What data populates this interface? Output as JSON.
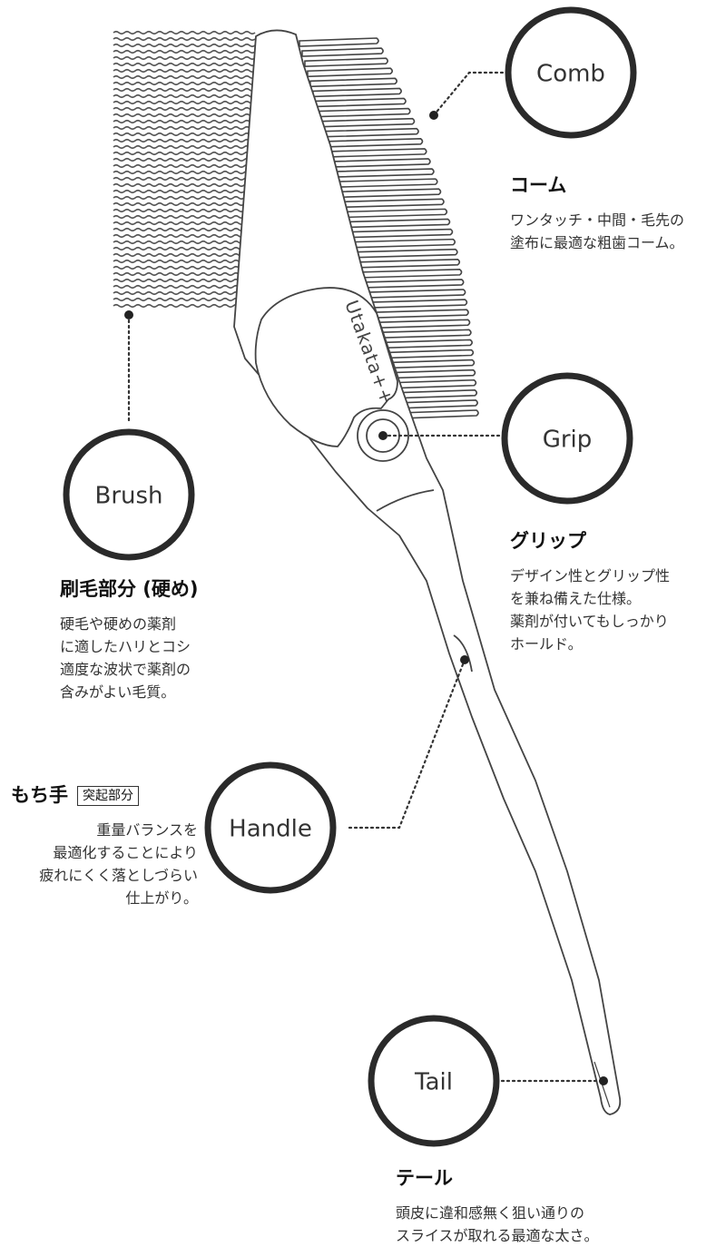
{
  "brand": "Utakata++",
  "parts": {
    "comb": {
      "circle_label": "Comb",
      "title": "コーム",
      "lines": [
        "ワンタッチ・中間・毛先の",
        "塗布に最適な粗歯コーム。"
      ]
    },
    "grip": {
      "circle_label": "Grip",
      "title": "グリップ",
      "lines": [
        "デザイン性とグリップ性",
        "を兼ね備えた仕様。",
        "薬剤が付いてもしっかり",
        "ホールド。"
      ]
    },
    "brush": {
      "circle_label": "Brush",
      "title": "刷毛部分 (硬め)",
      "lines": [
        "硬毛や硬めの薬剤",
        "に適したハリとコシ",
        "適度な波状で薬剤の",
        "含みがよい毛質。"
      ]
    },
    "handle": {
      "circle_label": "Handle",
      "title": "もち手",
      "badge": "突起部分",
      "lines": [
        "重量バランスを",
        "最適化することにより",
        "疲れにくく落としづらい",
        "仕上がり。"
      ]
    },
    "tail": {
      "circle_label": "Tail",
      "title": "テール",
      "lines": [
        "頭皮に違和感無く狙い通りの",
        "スライスが取れる最適な太さ。"
      ]
    }
  }
}
